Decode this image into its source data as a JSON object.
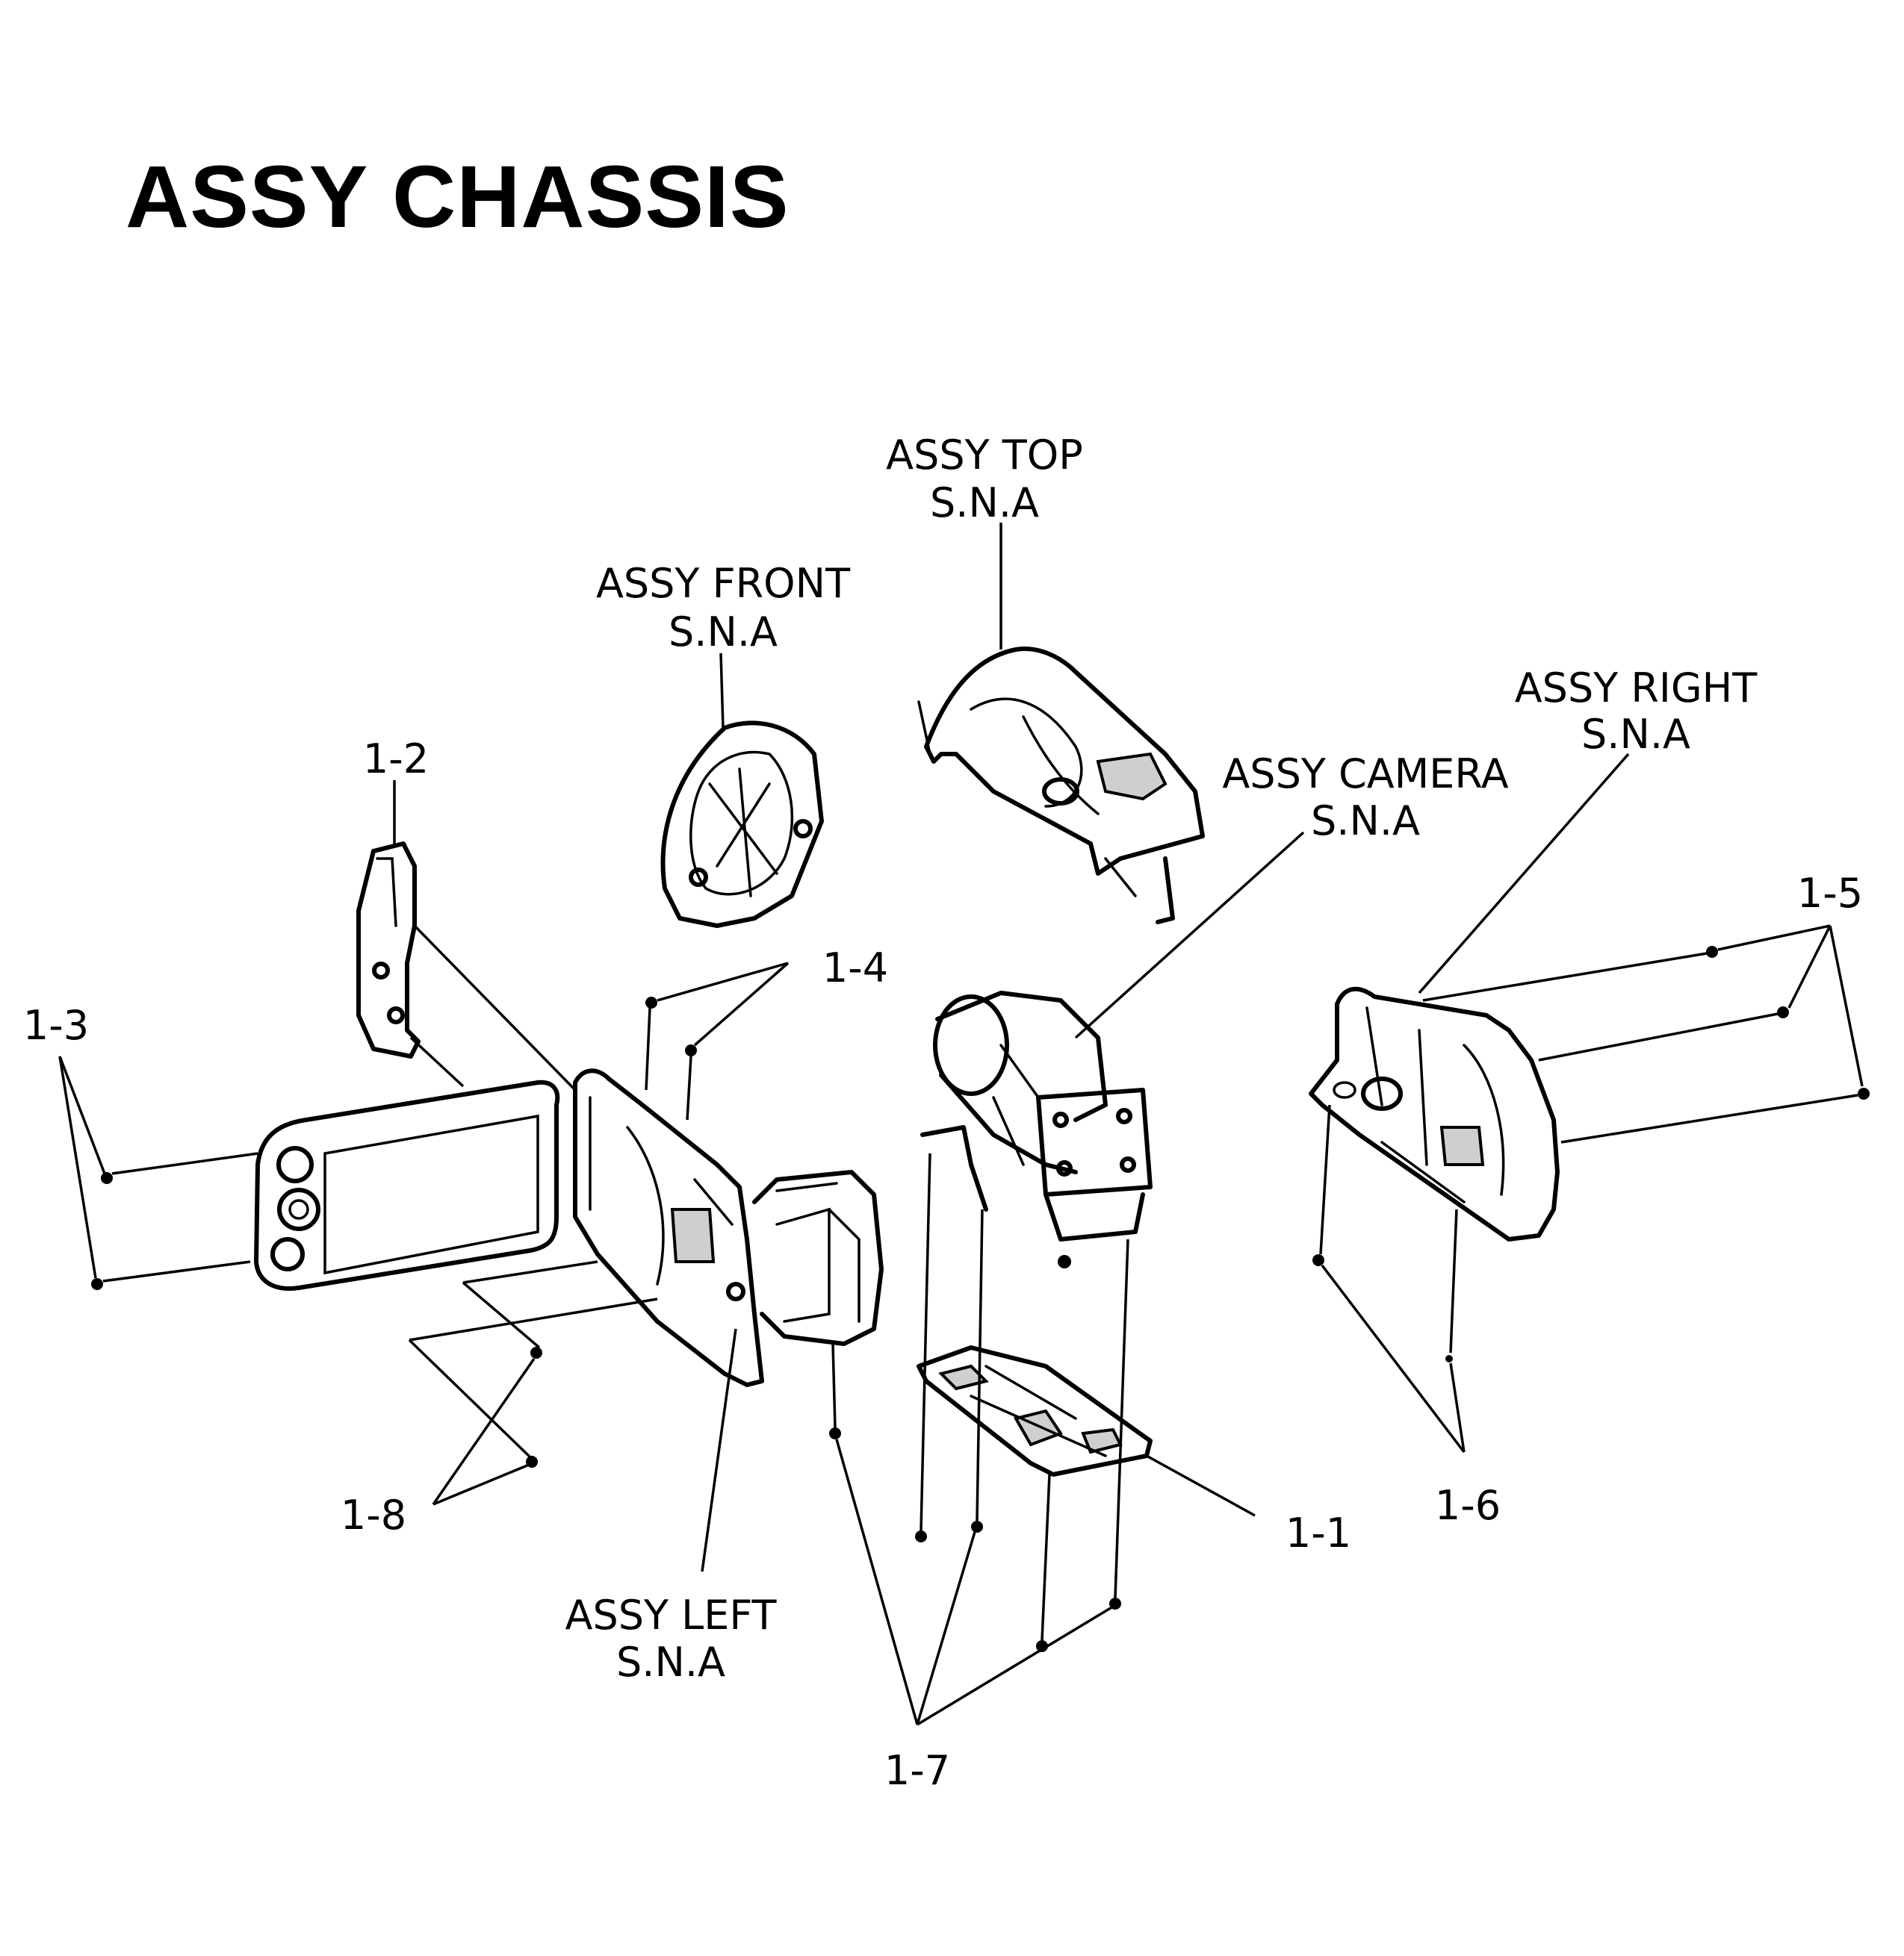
{
  "title": "ASSY CHASSIS",
  "assemblies": {
    "top": {
      "name": "ASSY TOP",
      "note": "S.N.A"
    },
    "front": {
      "name": "ASSY FRONT",
      "note": "S.N.A"
    },
    "right": {
      "name": "ASSY RIGHT",
      "note": "S.N.A"
    },
    "camera": {
      "name": "ASSY CAMERA",
      "note": "S.N.A"
    },
    "left": {
      "name": "ASSY LEFT",
      "note": "S.N.A"
    }
  },
  "callouts": {
    "p1_1": "1-1",
    "p1_2": "1-2",
    "p1_3": "1-3",
    "p1_4": "1-4",
    "p1_5": "1-5",
    "p1_6": "1-6",
    "p1_7": "1-7",
    "p1_8": "1-8"
  }
}
